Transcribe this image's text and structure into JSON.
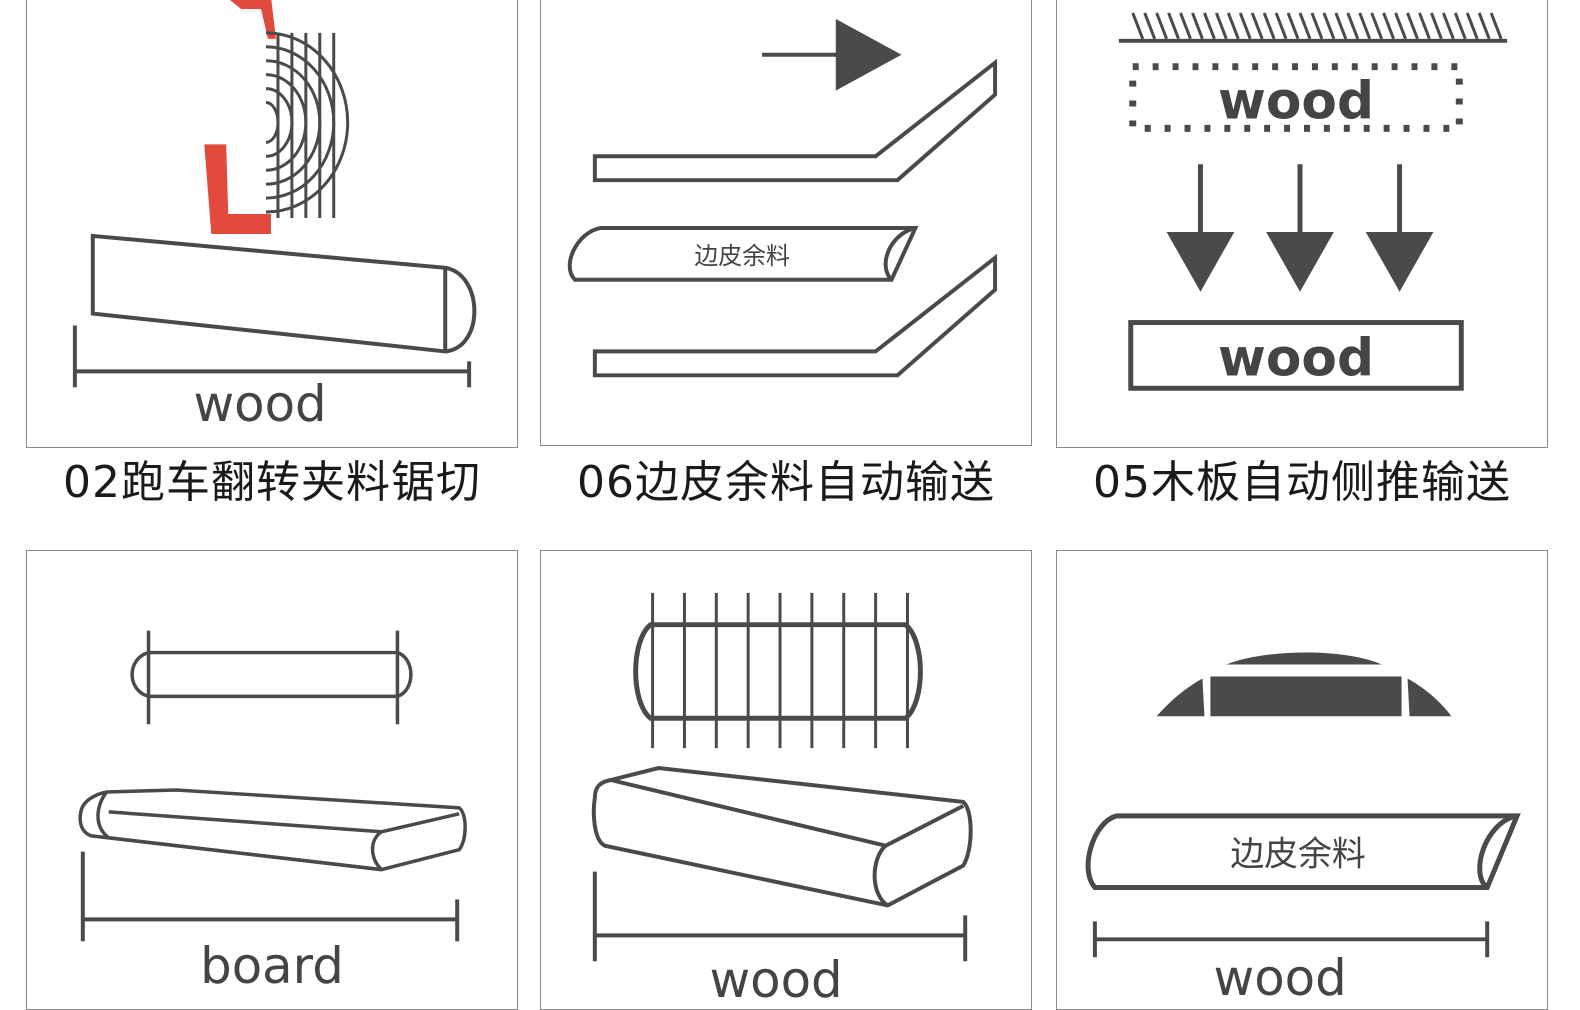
{
  "captions": {
    "p1": "02跑车翻转夹料锯切",
    "p2": "06边皮余料自动输送",
    "p3": "05木板自动侧推输送"
  },
  "labels": {
    "p1_wood": "wood",
    "p2_scrap": "边皮余料",
    "p3_wood_top": "wood",
    "p3_wood_bottom": "wood",
    "p4_board": "board",
    "p5_wood": "wood",
    "p6_scrap": "边皮余料",
    "p6_wood": "wood"
  },
  "colors": {
    "line": "#4a4a4a",
    "accent": "#e24a3b",
    "border": "#8a8a8a"
  }
}
